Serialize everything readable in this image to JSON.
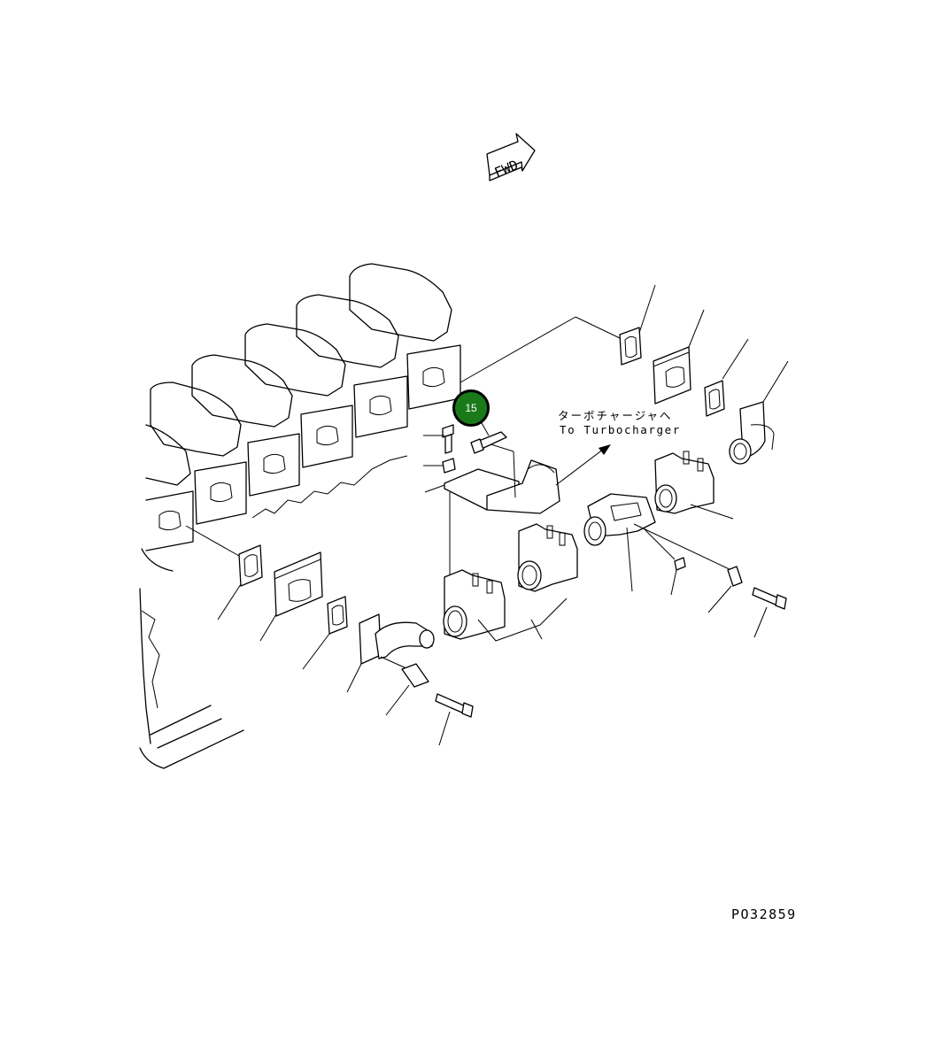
{
  "diagram": {
    "fwd_label": "FWD",
    "label_japanese": "ターボチャージャへ",
    "label_english": "To Turbocharger",
    "drawing_code": "PO32859",
    "callouts": [
      {
        "number": "15",
        "color": "#1a7a1a"
      }
    ]
  }
}
